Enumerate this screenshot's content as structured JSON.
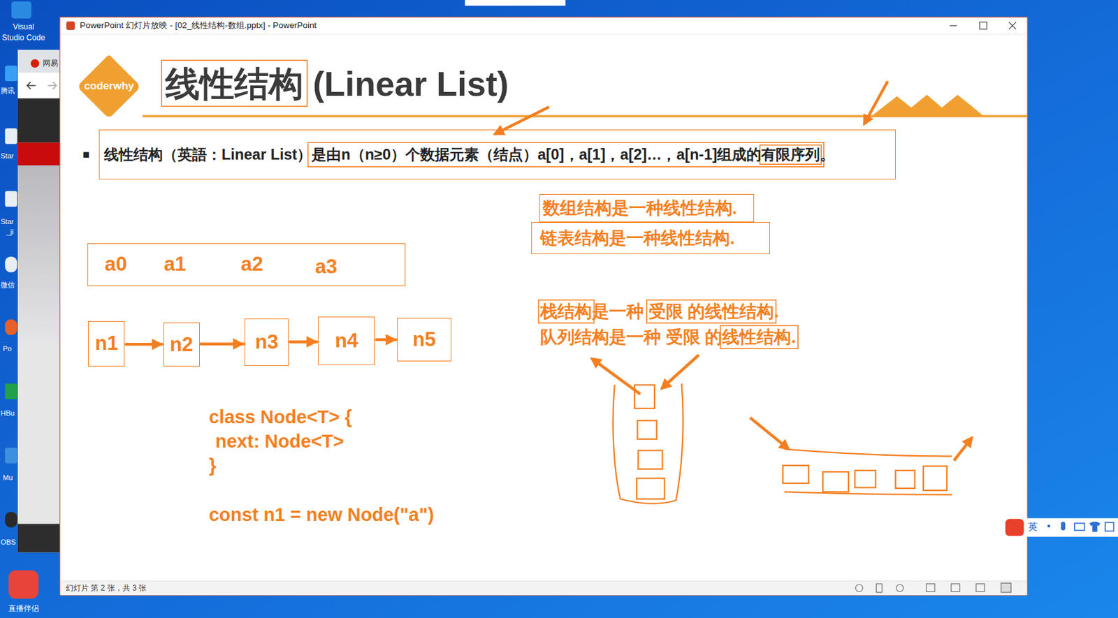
{
  "diagram": {
    "title": "线性结构 (Linear List)",
    "nodes": [
      {
        "text": [
          "coderwhy"
        ]
      },
      {
        "text": [
          "线性结构（英語：Linear List）是由n（n≥0）个数据元素（结点）a[0]，a[1]，a[2]…，a[n-1]组成的有限序列。"
        ]
      },
      {
        "text": [
          "数组结构是一种线性结构."
        ]
      },
      {
        "text": [
          "链表结构是一种线性结构."
        ]
      },
      {
        "text": [
          "a0",
          "a1",
          "a2",
          "a3"
        ]
      },
      {
        "text": [
          "n1"
        ]
      },
      {
        "text": [
          "n2"
        ]
      },
      {
        "text": [
          "n3"
        ]
      },
      {
        "text": [
          "n4"
        ]
      },
      {
        "text": [
          "n5"
        ]
      }
    ],
    "edges": [
      {
        "from": 5,
        "to": 6,
        "arrow": "to"
      },
      {
        "from": 6,
        "to": 7,
        "arrow": "to"
      },
      {
        "from": 7,
        "to": 8,
        "arrow": "to"
      },
      {
        "from": 8,
        "to": 9,
        "arrow": "to"
      }
    ],
    "labels": [
      "Visual",
      "Studio Code",
      "腾讯",
      "Star",
      "Star",
      "_ji",
      "微信",
      "Po",
      "HBu",
      "Mu",
      "OBS",
      "直播伴侣",
      "网易",
      "PowerPoint 幻灯片放映 - [02_线性结构-数组.pptx] - PowerPoint",
      "■",
      "class Node<T> {",
      "next: Node<T>",
      "}",
      "const n1 = new Node(\"a\")",
      "栈结构是一种 受限 的线性结构.",
      "队列结构是一种 受限 的线性结构.",
      "幻灯片 第 2 张，共 3 张",
      "英"
    ]
  }
}
